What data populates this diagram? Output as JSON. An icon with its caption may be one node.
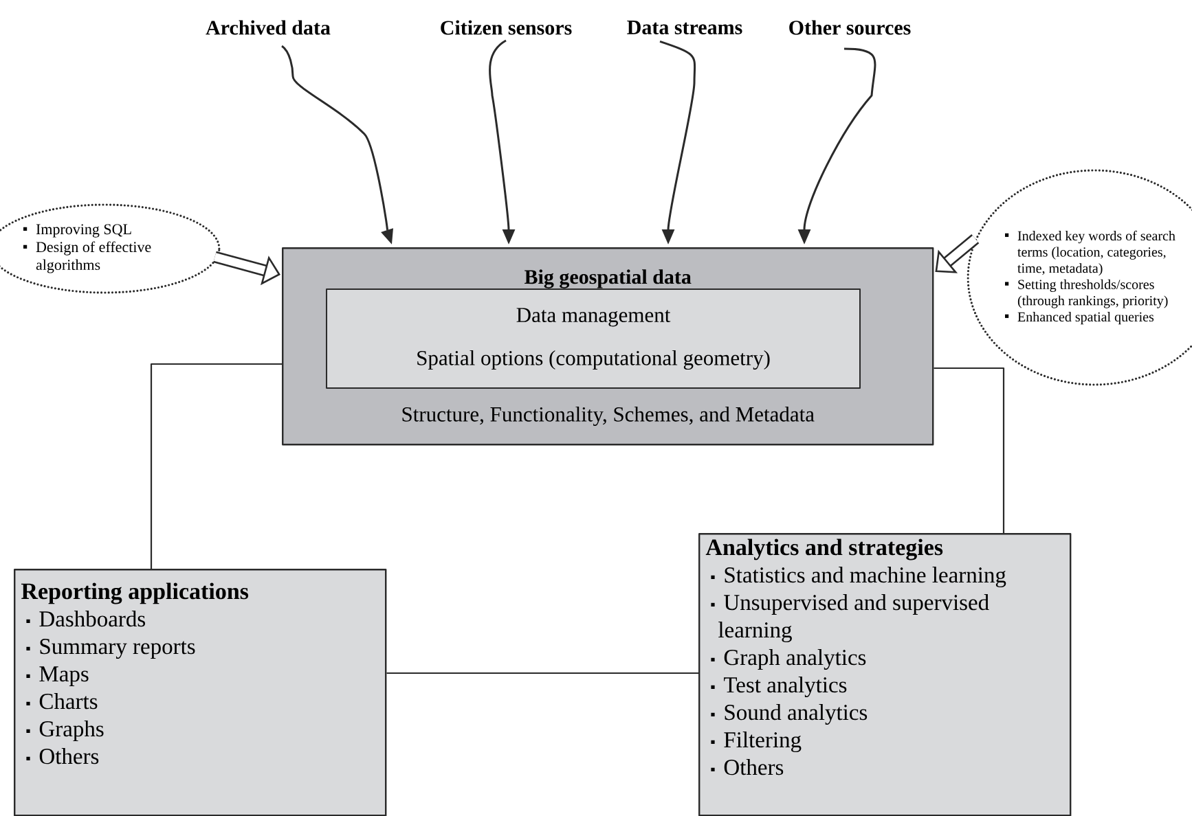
{
  "diagram": {
    "nodes": [
      {
        "text": [
          "Archived data"
        ]
      },
      {
        "text": [
          "Citizen sensors"
        ]
      },
      {
        "text": [
          "Data streams"
        ]
      },
      {
        "text": [
          "Other sources"
        ]
      },
      {
        "text": [
          "Improving SQL",
          "Design of effective algorithms"
        ]
      },
      {
        "text": [
          "Indexed key words of search terms (location, categories, time, metadata)",
          "Setting thresholds/scores (through rankings, priority)",
          "Enhanced spatial queries"
        ]
      },
      {
        "text": [
          "Big geospatial data",
          "Structure, Functionality, Schemes, and Metadata"
        ]
      },
      {
        "text": [
          "Data management",
          "Spatial options (computational geometry)"
        ],
        "in": 6
      },
      {
        "text": [
          "Reporting applications",
          "Dashboards",
          "Summary reports",
          "Maps",
          "Charts",
          "Graphs",
          "Others"
        ]
      },
      {
        "text": [
          "Analytics and strategies",
          "Statistics and machine learning",
          "Unsupervised and supervised learning",
          "Graph analytics",
          "Test analytics",
          "Sound analytics",
          "Filtering",
          "Others"
        ]
      }
    ],
    "edges": [
      {
        "from": 0,
        "to": 6,
        "arrow": "to"
      },
      {
        "from": 1,
        "to": 6,
        "arrow": "to"
      },
      {
        "from": 2,
        "to": 6,
        "arrow": "to"
      },
      {
        "from": 3,
        "to": 6,
        "arrow": "to"
      },
      {
        "from": 4,
        "to": 6,
        "arrow": "to",
        "style": "thick"
      },
      {
        "from": 5,
        "to": 6,
        "arrow": "to",
        "style": "thick"
      },
      {
        "from": 6,
        "to": 8,
        "arrow": "none"
      },
      {
        "from": 6,
        "to": 9,
        "arrow": "none"
      },
      {
        "from": 8,
        "to": 9,
        "arrow": "none"
      }
    ]
  }
}
